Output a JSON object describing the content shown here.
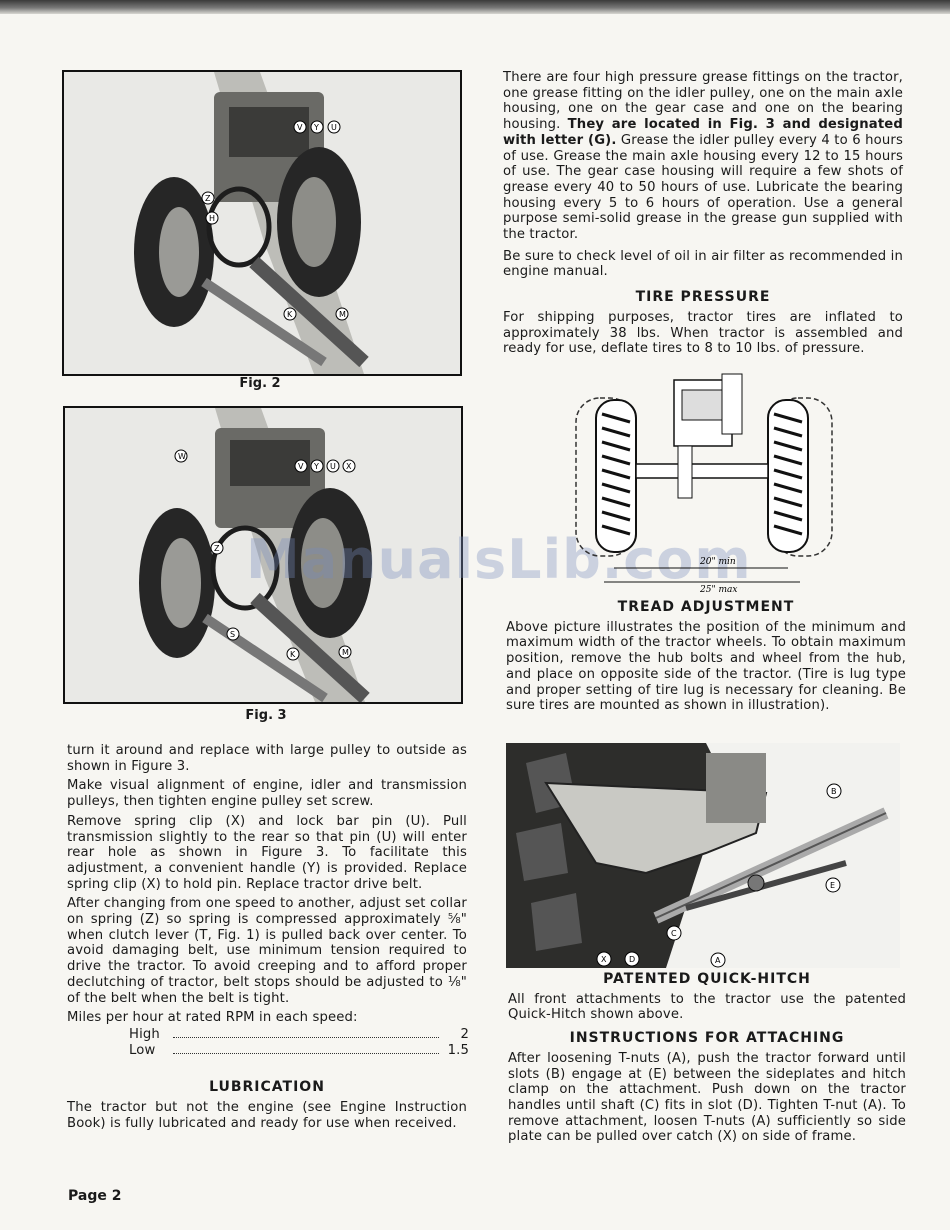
{
  "figures": {
    "fig2_caption": "Fig. 2",
    "fig3_caption": "Fig. 3",
    "fig2_callouts": [
      "V",
      "Y",
      "U",
      "Z",
      "H",
      "K",
      "M"
    ],
    "fig3_callouts": [
      "W",
      "V",
      "Y",
      "U",
      "X",
      "Z",
      "S",
      "K",
      "M"
    ]
  },
  "left_column": {
    "p1": "turn it around and replace with large pulley to outside as shown in Figure 3.",
    "p2": "Make visual alignment of engine, idler and transmission pulleys, then tighten engine pulley set screw.",
    "p3": "Remove spring clip (X) and lock bar pin (U). Pull transmission slightly to the rear so that pin (U) will enter rear hole as shown in Figure 3. To facilitate this adjustment, a convenient handle (Y) is provided. Replace spring clip (X) to hold pin. Replace tractor drive belt.",
    "p4": "After changing from one speed to another, adjust set collar on spring (Z) so spring is compressed approximately ⅝\" when clutch lever (T, Fig. 1) is pulled back over center. To avoid damaging belt, use minimum tension required to drive the tractor. To avoid creeping and to afford proper declutching of tractor, belt stops should be adjusted to ⅛\" of the belt when the belt is tight.",
    "speeds_intro": "Miles per hour at rated RPM in each speed:",
    "speeds": [
      {
        "label": "High",
        "value": "2"
      },
      {
        "label": "Low",
        "value": "1.5"
      }
    ],
    "lubrication_heading": "LUBRICATION",
    "lubrication_text": "The tractor but not the engine (see Engine Instruction Book) is fully lubricated and ready for use when received."
  },
  "right_column": {
    "grease_text_a": "There are four high pressure grease fittings on the tractor, one grease fitting on the idler pulley, one on the main axle housing, one on the gear case and one on the bearing housing.",
    "grease_text_bold": "They are located in Fig. 3 and designated with letter (G).",
    "grease_text_b": "Grease the idler pulley every 4 to 6 hours of use. Grease the main axle housing every 12 to 15 hours of use. The gear case housing will require a few shots of grease every 40 to 50 hours of use. Lubricate the bearing housing every 5 to 6 hours of operation. Use a general purpose semi-solid grease in the grease gun supplied with the tractor.",
    "air_filter_text": "Be sure to check level of oil in air filter as recommended in engine manual.",
    "tire_heading": "TIRE PRESSURE",
    "tire_text": "For shipping purposes, tractor tires are inflated to approximately 38 lbs. When tractor is assembled and ready for use, deflate tires to 8 to 10 lbs. of pressure.",
    "tread_min_label": "20\" min",
    "tread_max_label": "25\" max",
    "tread_heading": "TREAD ADJUSTMENT",
    "tread_text": "Above picture illustrates the position of the minimum and maximum width of the tractor wheels. To obtain maximum position, remove the hub bolts and wheel from the hub, and place on opposite side of the tractor. (Tire is lug type and proper setting of tire lug is necessary for cleaning. Be sure tires are mounted as shown in illustration).",
    "hitch_callouts": [
      "B",
      "E",
      "C",
      "A",
      "X",
      "D"
    ],
    "hitch_heading": "PATENTED QUICK-HITCH",
    "hitch_text": "All front attachments to the tractor use the patented Quick-Hitch shown above.",
    "attach_heading": "INSTRUCTIONS FOR ATTACHING",
    "attach_text": "After loosening T-nuts (A), push the tractor forward until slots (B) engage at (E) between the sideplates and hitch clamp on the attachment. Push down on the tractor handles until shaft (C) fits in slot (D). Tighten T-nut (A). To remove attachment, loosen T-nuts (A) sufficiently so side plate can be pulled over catch (X) on side of frame."
  },
  "footer": {
    "page_label": "Page 2"
  },
  "watermark": "ManualsLib.com"
}
